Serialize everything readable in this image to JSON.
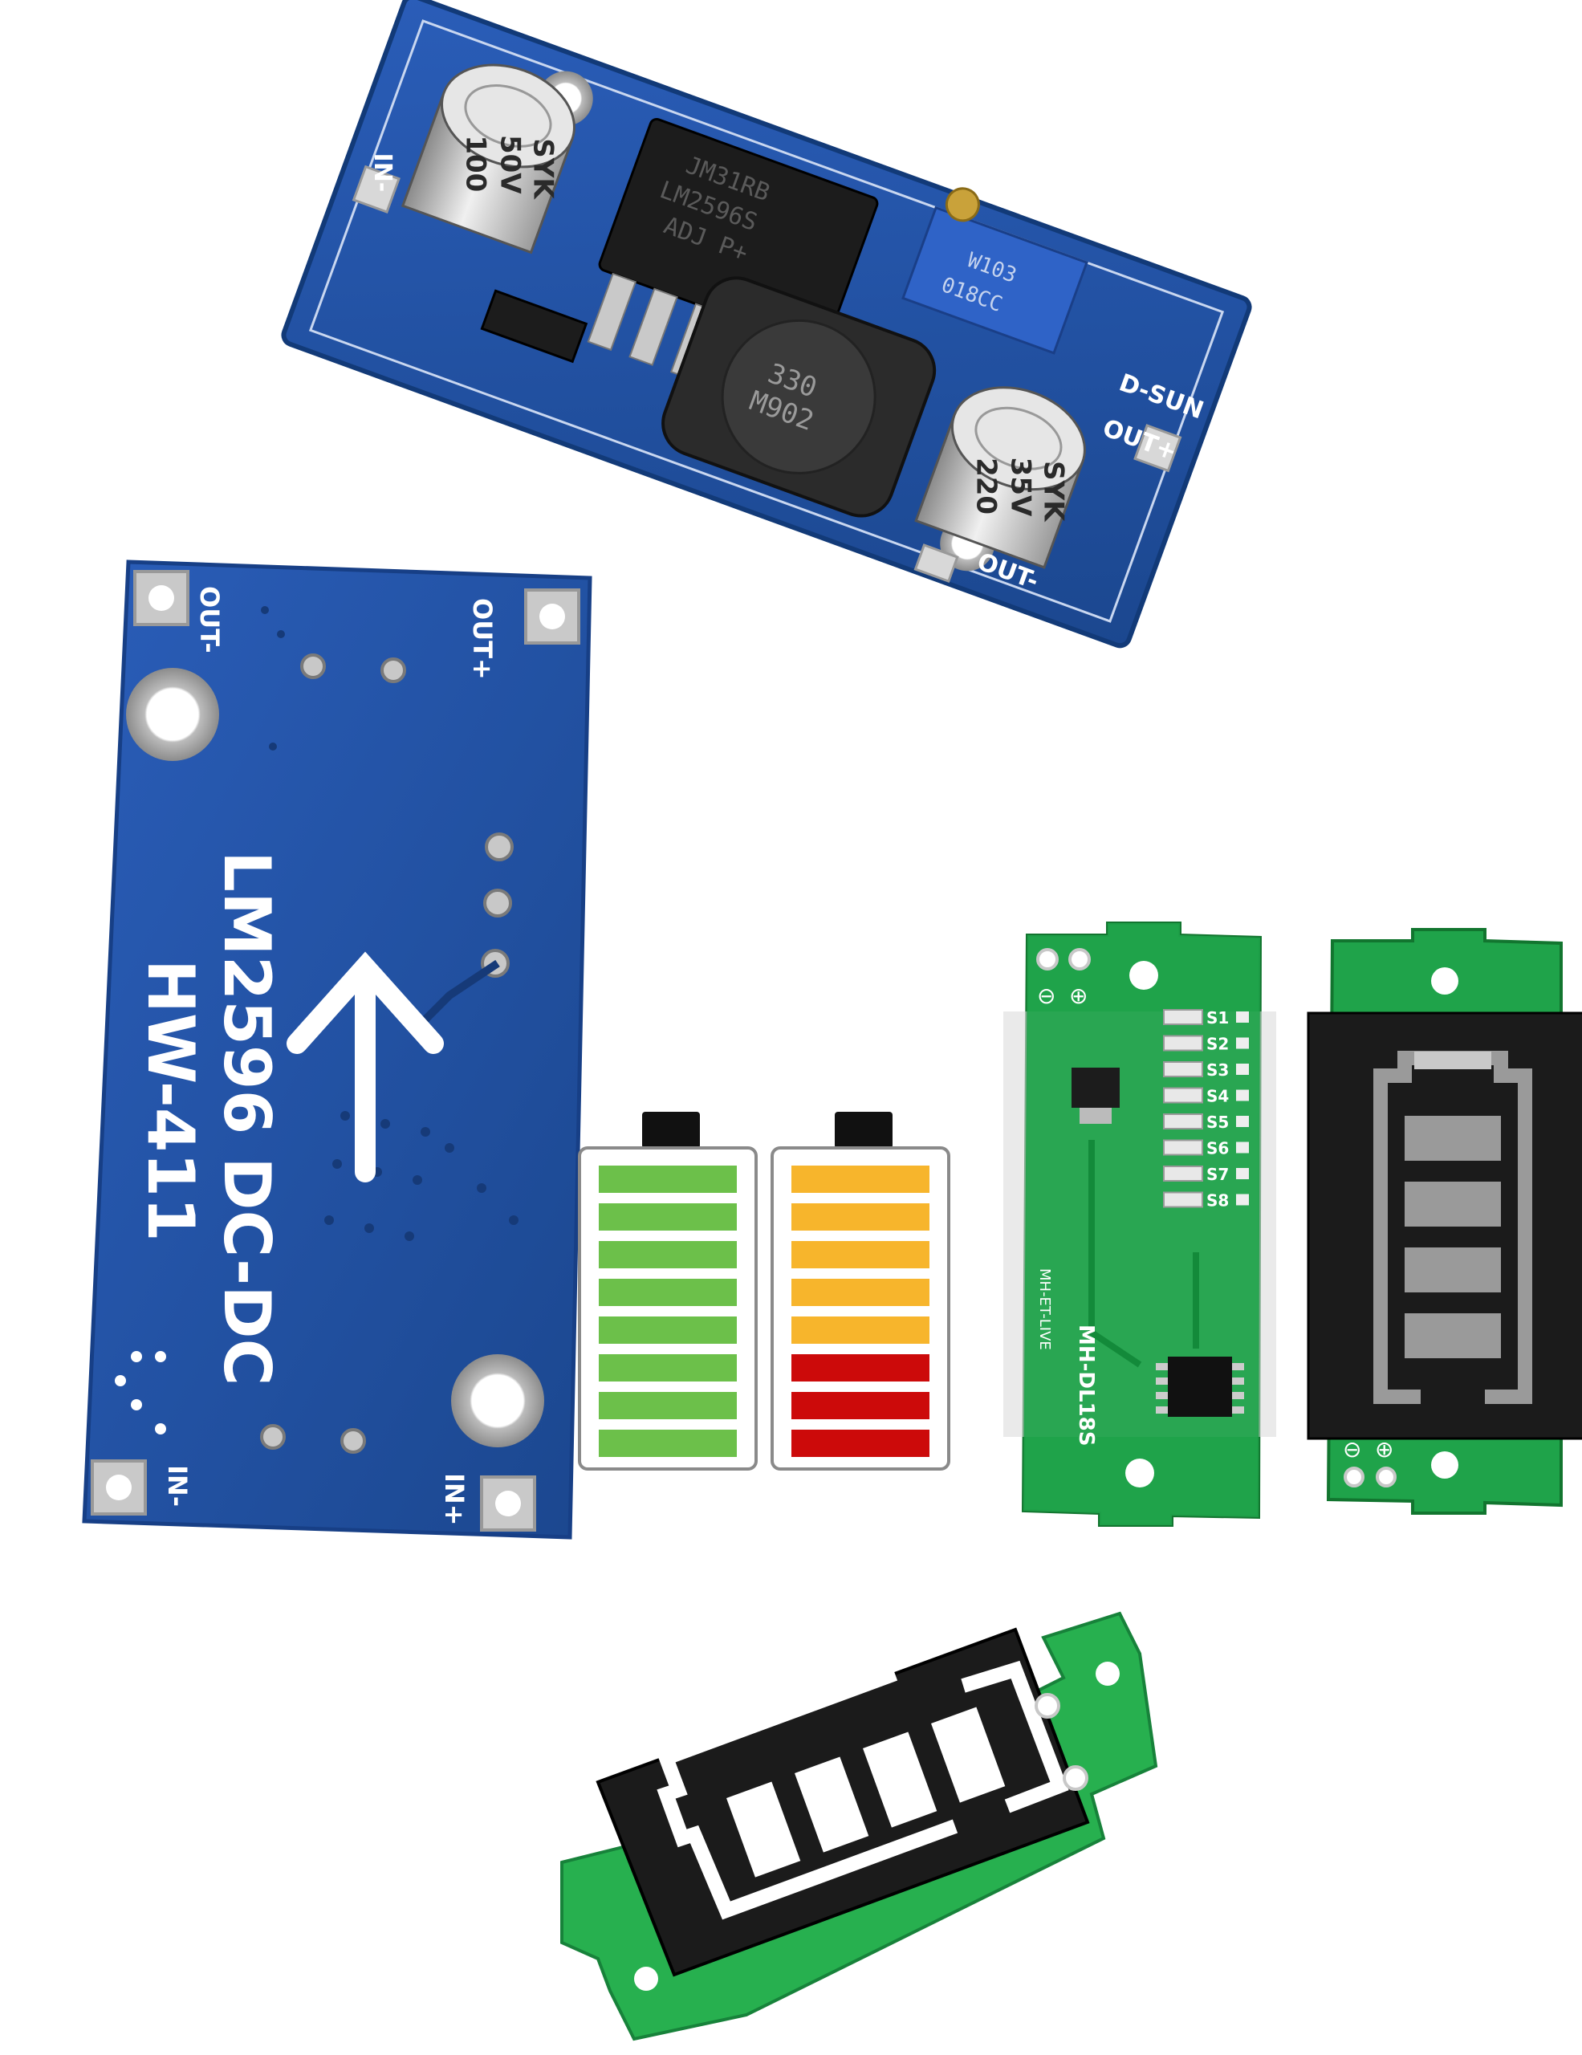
{
  "board_top": {
    "cap_in": {
      "l1": "100",
      "l2": "50V",
      "l3": "SYK"
    },
    "chip": {
      "l1": "JM31RB",
      "l2": "LM2596S",
      "l3": "ADJ P+"
    },
    "pot": {
      "l1": "W103",
      "l2": "018CC"
    },
    "inductor": {
      "l1": "330",
      "l2": "M902"
    },
    "cap_out": {
      "l1": "220",
      "l2": "35V",
      "l3": "SYK"
    },
    "pins": {
      "in_minus": "IN-",
      "out_plus": "OUT+",
      "out_minus": "OUT-",
      "brand": "D-SUN"
    }
  },
  "board_back": {
    "title1": "LM2596 DC-DC",
    "title2": "HW-411",
    "pins": {
      "out_minus": "OUT-",
      "out_plus": "OUT+",
      "in_minus": "IN-",
      "in_plus": "IN+"
    }
  },
  "battery_icons": {
    "green": {
      "segments_filled": 8,
      "color": "#6cc04a"
    },
    "mixed": {
      "segments_filled": 8,
      "upper_color": "#f7b52c",
      "lower_color": "#cc0a0a",
      "upper_count": 5,
      "lower_count": 3
    }
  },
  "green_board": {
    "model": "MH-DL18S",
    "maker": "MH-ET-LIVE",
    "pads": [
      "S1",
      "S2",
      "S3",
      "S4",
      "S5",
      "S6",
      "S7",
      "S8"
    ],
    "symbols": {
      "minus": "⊖",
      "plus": "⊕"
    }
  },
  "display_module": {
    "symbols": {
      "minus": "⊖",
      "plus": "⊕"
    },
    "bars_lit": 4
  },
  "colors": {
    "pcb_blue": "#1f4fa0",
    "pcb_green": "#1fa34a",
    "display_black": "#1b1b1b"
  }
}
